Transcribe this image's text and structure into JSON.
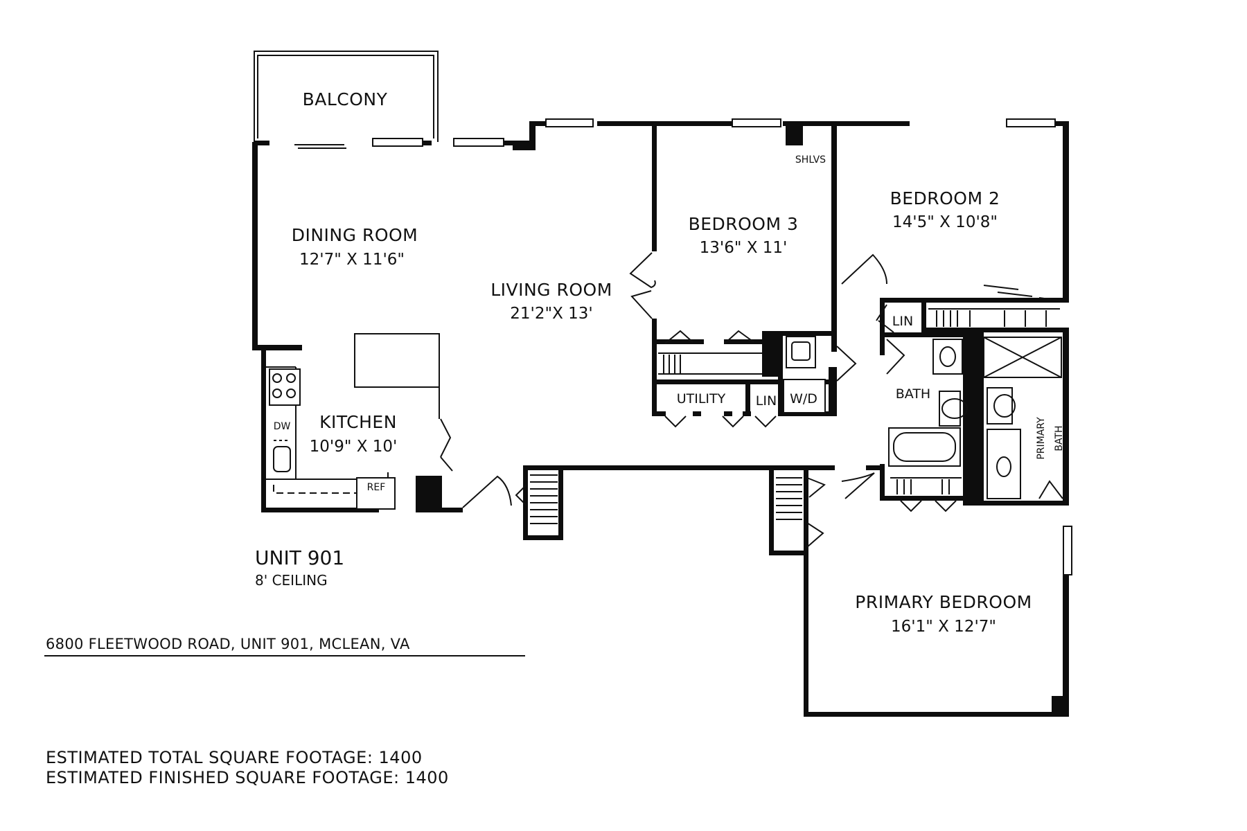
{
  "rooms": {
    "balcony": {
      "name": "BALCONY"
    },
    "dining": {
      "name": "DINING ROOM",
      "size": "12'7\" X 11'6\""
    },
    "living": {
      "name": "LIVING ROOM",
      "size": "21'2\"X 13'"
    },
    "kitchen": {
      "name": "KITCHEN",
      "size": "10'9\" X 10'"
    },
    "bedroom3": {
      "name": "BEDROOM 3",
      "size": "13'6\" X 11'"
    },
    "bedroom2": {
      "name": "BEDROOM 2",
      "size": "14'5\" X 10'8\""
    },
    "primary_bedroom": {
      "name": "PRIMARY BEDROOM",
      "size": "16'1\" X 12'7\""
    }
  },
  "fixtures": {
    "shelves": "SHLVS",
    "linen_a": "LIN",
    "linen_b": "LIN",
    "utility": "UTILITY",
    "washer_dryer": "W/D",
    "bath": "BATH",
    "primary_bath_line1": "PRIMARY",
    "primary_bath_line2": "BATH",
    "dishwasher": "DW",
    "refrigerator": "REF"
  },
  "unit": {
    "title": "UNIT 901",
    "ceiling": "8' CEILING"
  },
  "address": "6800 FLEETWOOD ROAD, UNIT 901, MCLEAN, VA",
  "footage": {
    "total": "ESTIMATED TOTAL SQUARE FOOTAGE: 1400",
    "finished": "ESTIMATED FINISHED SQUARE FOOTAGE: 1400"
  }
}
